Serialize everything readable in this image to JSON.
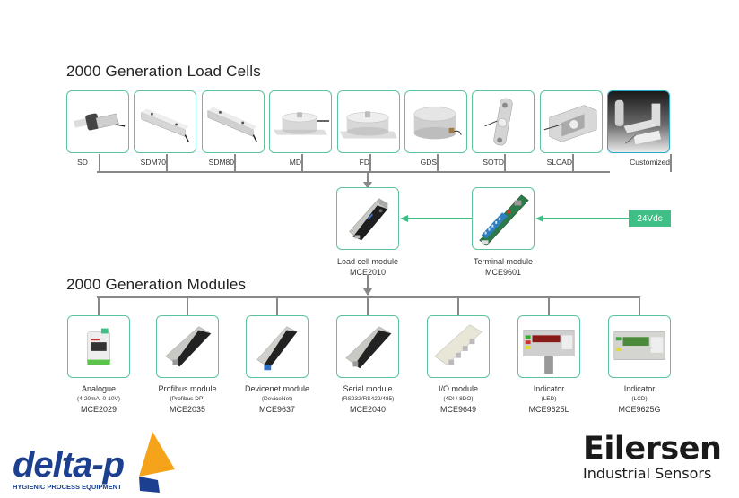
{
  "headings": {
    "load_cells": "2000 Generation Load Cells",
    "modules": "2000 Generation Modules"
  },
  "load_cells": [
    {
      "label": "SD",
      "icon": "sd-load-cell-icon"
    },
    {
      "label": "SDM70",
      "icon": "sdm70-load-cell-icon"
    },
    {
      "label": "SDM80",
      "icon": "sdm80-load-cell-icon"
    },
    {
      "label": "MD",
      "icon": "md-load-cell-icon"
    },
    {
      "label": "FD",
      "icon": "fd-load-cell-icon"
    },
    {
      "label": "GDS",
      "icon": "gds-load-cell-icon"
    },
    {
      "label": "SOTD",
      "icon": "sotd-load-cell-icon"
    },
    {
      "label": "SLCAD",
      "icon": "slcad-load-cell-icon"
    },
    {
      "label": "Customized",
      "icon": "customized-load-cells-icon"
    }
  ],
  "middle": {
    "load_cell_module": {
      "name": "Load cell module",
      "code": "MCE2010"
    },
    "terminal_module": {
      "name": "Terminal module",
      "code": "MCE9601"
    },
    "power": "24Vdc"
  },
  "modules": [
    {
      "name": "Analogue",
      "sub": "(4-20mA, 0-10V)",
      "code": "MCE2029"
    },
    {
      "name": "Profibus module",
      "sub": "(Profibus  DP)",
      "code": "MCE2035"
    },
    {
      "name": "Devicenet module",
      "sub": "(DeviceNet)",
      "code": "MCE9637"
    },
    {
      "name": "Serial module",
      "sub": "(RS232/RS422/485)",
      "code": "MCE2040"
    },
    {
      "name": "I/O module",
      "sub": "(4DI / 8DO)",
      "code": "MCE9649"
    },
    {
      "name": "Indicator",
      "sub": "(LED)",
      "code": "MCE9625L"
    },
    {
      "name": "Indicator",
      "sub": "(LCD)",
      "code": "MCE9625G"
    }
  ],
  "logos": {
    "left": {
      "wordmark": "delta-p",
      "tagline": "HYGIENIC PROCESS EQUIPMENT",
      "blue": "#1c3f8f",
      "orange": "#f5a31a"
    },
    "right": {
      "wordmark": "Eilersen",
      "tagline": "Industrial Sensors"
    }
  },
  "colors": {
    "accent_green": "#3fbf86",
    "card_border": "#5cc49a",
    "connector_gray": "#888888"
  }
}
